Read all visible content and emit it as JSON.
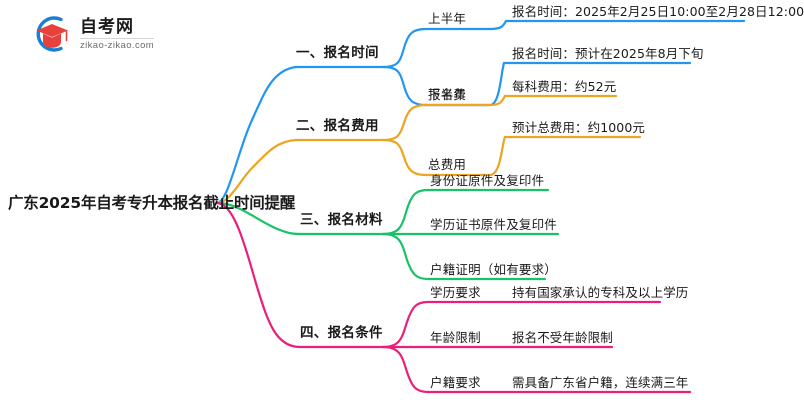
{
  "logo": {
    "name": "自考网",
    "url": "zikao-zikao.com",
    "mark_icon": "graduation-cap-icon",
    "arc_color": "#1a7fd4",
    "cap_color": "#e8413c"
  },
  "mindmap": {
    "root": {
      "label": "广东2025年自考专升本报名截止时间提醒"
    },
    "branches": [
      {
        "label": "一、报名时间",
        "color": "#2196f3",
        "children": [
          {
            "label": "上半年",
            "children": [
              {
                "label": "报名时间：2025年2月25日10:00至2月28日12:00"
              }
            ]
          },
          {
            "label": "下半年",
            "children": [
              {
                "label": "报名时间：预计在2025年8月下旬"
              }
            ]
          }
        ]
      },
      {
        "label": "二、报名费用",
        "color": "#eda421",
        "children": [
          {
            "label": "报名费",
            "children": [
              {
                "label": "每科费用：约52元"
              }
            ]
          },
          {
            "label": "总费用",
            "children": [
              {
                "label": "预计总费用：约1000元"
              }
            ]
          }
        ]
      },
      {
        "label": "三、报名材料",
        "color": "#18c267",
        "children": [
          {
            "label": "身份证原件及复印件",
            "children": []
          },
          {
            "label": "学历证书原件及复印件",
            "children": []
          },
          {
            "label": "户籍证明（如有要求）",
            "children": []
          }
        ]
      },
      {
        "label": "四、报名条件",
        "color": "#ec1e79",
        "children": [
          {
            "label": "学历要求",
            "children": [
              {
                "label": "持有国家承认的专科及以上学历"
              }
            ]
          },
          {
            "label": "年龄限制",
            "children": [
              {
                "label": "报名不受年龄限制"
              }
            ]
          },
          {
            "label": "户籍要求",
            "children": [
              {
                "label": "需具备广东省户籍，连续满三年"
              }
            ]
          }
        ]
      }
    ]
  }
}
